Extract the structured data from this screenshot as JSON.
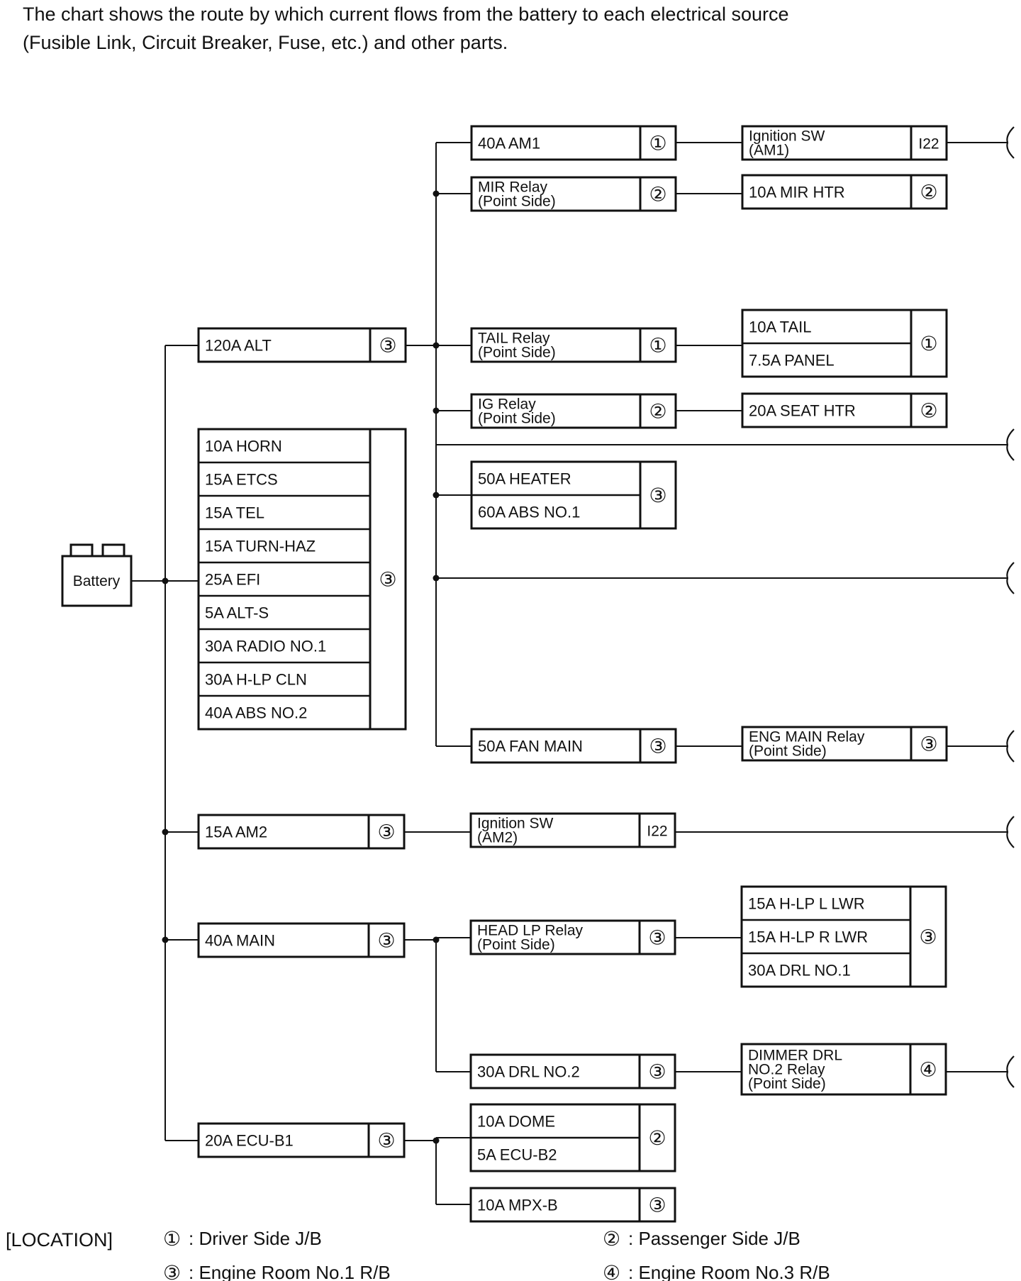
{
  "intro": {
    "line1": "The chart shows the route by which current flows from the battery to each electrical source",
    "line2": "(Fusible Link, Circuit Breaker, Fuse, etc.) and other parts."
  },
  "battery": "Battery",
  "legend": {
    "title": "[LOCATION]",
    "items": [
      {
        "sym": "①",
        "text": ": Driver Side J/B"
      },
      {
        "sym": "②",
        "text": ": Passenger Side J/B"
      },
      {
        "sym": "③",
        "text": ": Engine Room No.1 R/B"
      },
      {
        "sym": "④",
        "text": ": Engine Room No.3 R/B"
      }
    ]
  },
  "boxes": [
    {
      "id": "alt120",
      "lines": [
        [
          "120A ALT"
        ]
      ],
      "loc": "3"
    },
    {
      "id": "fusegroup",
      "lines": [
        [
          "10A HORN"
        ],
        [
          "15A ETCS"
        ],
        [
          "15A TEL"
        ],
        [
          "15A TURN-HAZ"
        ],
        [
          "25A EFI"
        ],
        [
          "5A ALT-S"
        ],
        [
          "30A RADIO NO.1"
        ],
        [
          "30A H-LP CLN"
        ],
        [
          "40A ABS NO.2"
        ]
      ],
      "loc": "3"
    },
    {
      "id": "am2",
      "lines": [
        [
          "15A AM2"
        ]
      ],
      "loc": "3"
    },
    {
      "id": "main40",
      "lines": [
        [
          "40A MAIN"
        ]
      ],
      "loc": "3"
    },
    {
      "id": "ecub1",
      "lines": [
        [
          "20A ECU-B1"
        ]
      ],
      "loc": "3"
    },
    {
      "id": "am1",
      "lines": [
        [
          "40A AM1"
        ]
      ],
      "loc": "1"
    },
    {
      "id": "mirrelay",
      "lines": [
        [
          "MIR Relay",
          "(Point Side)"
        ]
      ],
      "loc": "2"
    },
    {
      "id": "tailrelay",
      "lines": [
        [
          "TAIL Relay",
          "(Point Side)"
        ]
      ],
      "loc": "1"
    },
    {
      "id": "igrelay",
      "lines": [
        [
          "IG Relay",
          "(Point Side)"
        ]
      ],
      "loc": "2"
    },
    {
      "id": "heaterabs",
      "lines": [
        [
          "50A HEATER"
        ],
        [
          "60A ABS NO.1"
        ]
      ],
      "loc": "3"
    },
    {
      "id": "fanmain",
      "lines": [
        [
          "50A FAN MAIN"
        ]
      ],
      "loc": "3"
    },
    {
      "id": "igsw_am2",
      "lines": [
        [
          "Ignition SW",
          "(AM2)"
        ]
      ],
      "loc": "I22"
    },
    {
      "id": "headlprelay",
      "lines": [
        [
          "HEAD LP Relay",
          "(Point Side)"
        ]
      ],
      "loc": "3"
    },
    {
      "id": "drl2",
      "lines": [
        [
          "30A DRL NO.2"
        ]
      ],
      "loc": "3"
    },
    {
      "id": "domeecu",
      "lines": [
        [
          "10A DOME"
        ],
        [
          "5A ECU-B2"
        ]
      ],
      "loc": "2"
    },
    {
      "id": "mpxb",
      "lines": [
        [
          "10A MPX-B"
        ]
      ],
      "loc": "3"
    },
    {
      "id": "igsw_am1",
      "lines": [
        [
          "Ignition SW",
          "(AM1)"
        ]
      ],
      "loc": "I22"
    },
    {
      "id": "mirhtr",
      "lines": [
        [
          "10A MIR HTR"
        ]
      ],
      "loc": "2"
    },
    {
      "id": "tailpanel",
      "lines": [
        [
          "10A TAIL"
        ],
        [
          "7.5A PANEL"
        ]
      ],
      "loc": "1"
    },
    {
      "id": "seathtr",
      "lines": [
        [
          "20A SEAT HTR"
        ]
      ],
      "loc": "2"
    },
    {
      "id": "engmain",
      "lines": [
        [
          "ENG MAIN Relay",
          "(Point Side)"
        ]
      ],
      "loc": "3"
    },
    {
      "id": "hlpgroup",
      "lines": [
        [
          "15A H-LP L LWR"
        ],
        [
          "15A H-LP R LWR"
        ],
        [
          "30A DRL NO.1"
        ]
      ],
      "loc": "3"
    },
    {
      "id": "dimmer",
      "lines": [
        [
          "DIMMER DRL",
          "NO.2 Relay",
          "(Point Side)"
        ]
      ],
      "loc": "4"
    }
  ]
}
